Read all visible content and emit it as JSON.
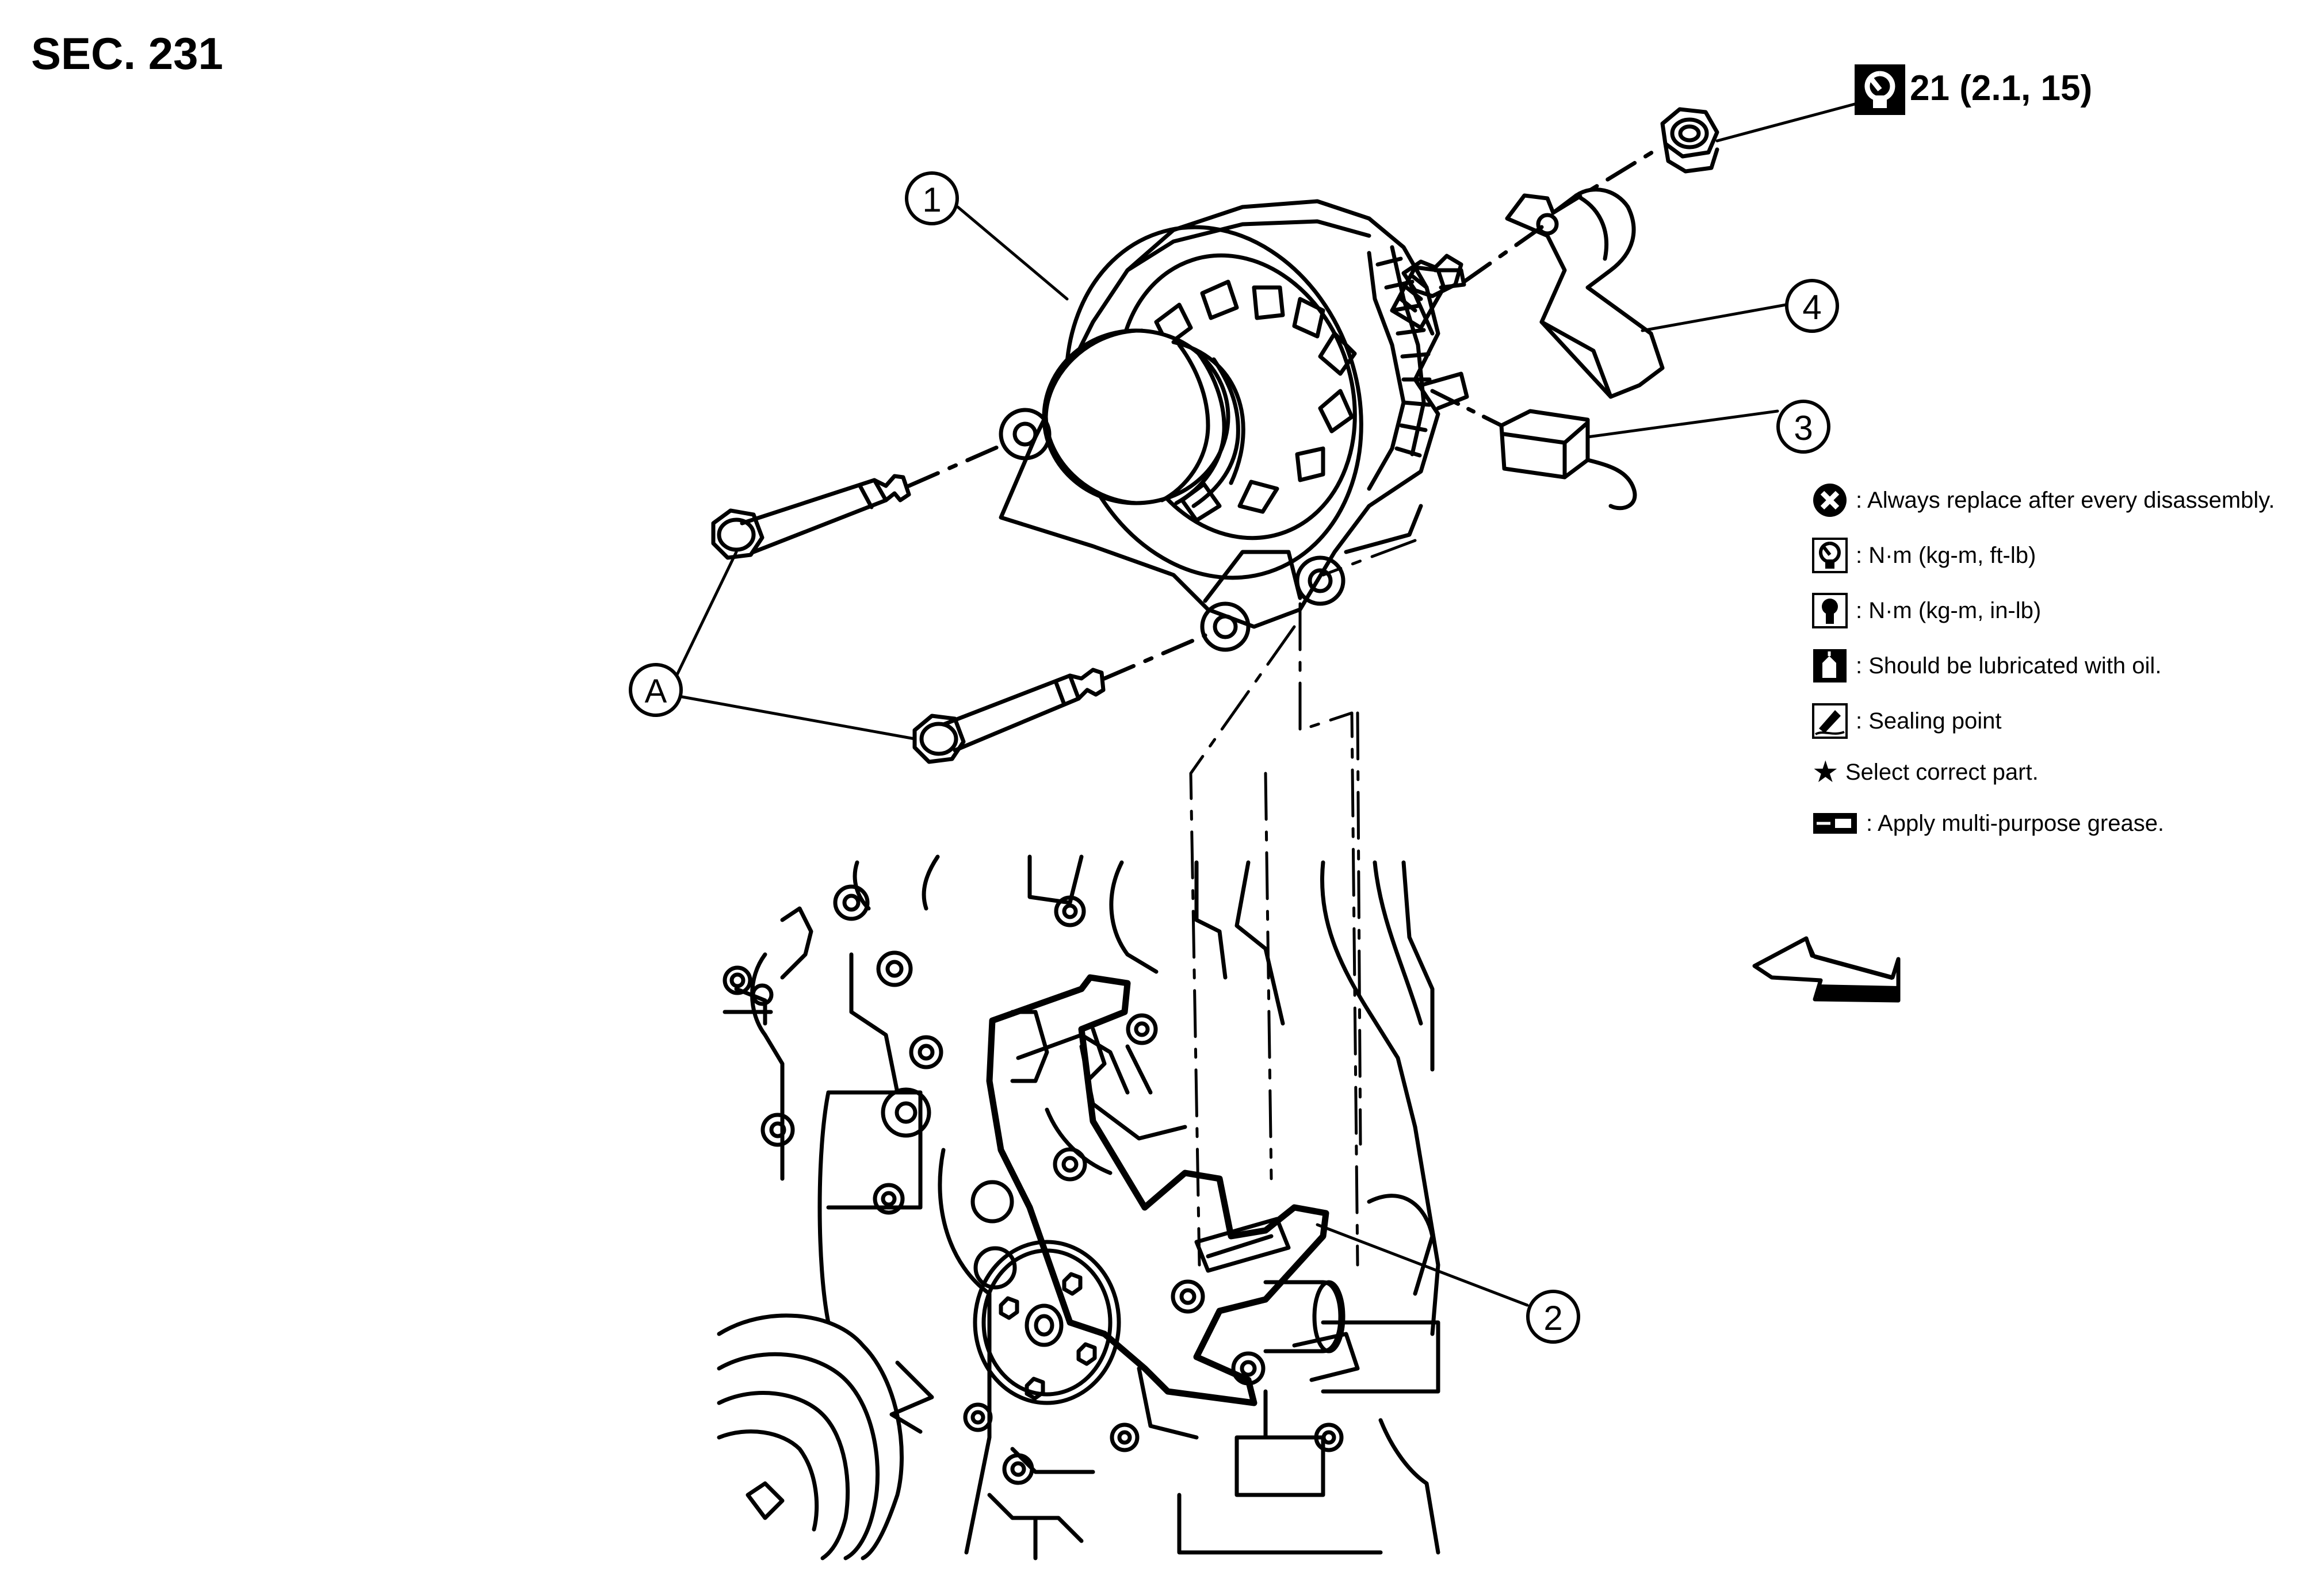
{
  "section_title": "SEC. 231",
  "torque_spec": "21 (2.1, 15)",
  "callouts": {
    "c1": "1",
    "c2": "2",
    "c3": "3",
    "c4": "4",
    "cA": "A"
  },
  "legend": [
    {
      "icon": "x-circle-icon",
      "text": ": Always replace after every disassembly."
    },
    {
      "icon": "torque-wrench-icon",
      "text": ": N·m (kg-m, ft-lb)"
    },
    {
      "icon": "torque-wrench-filled-icon",
      "text": ": N·m (kg-m, in-lb)"
    },
    {
      "icon": "oil-can-icon",
      "text": ": Should be lubricated with oil."
    },
    {
      "icon": "sealant-icon",
      "text": ": Sealing point"
    },
    {
      "icon": "star-icon",
      "text": "Select correct part."
    },
    {
      "icon": "grease-gun-icon",
      "text": ": Apply multi-purpose grease."
    }
  ]
}
